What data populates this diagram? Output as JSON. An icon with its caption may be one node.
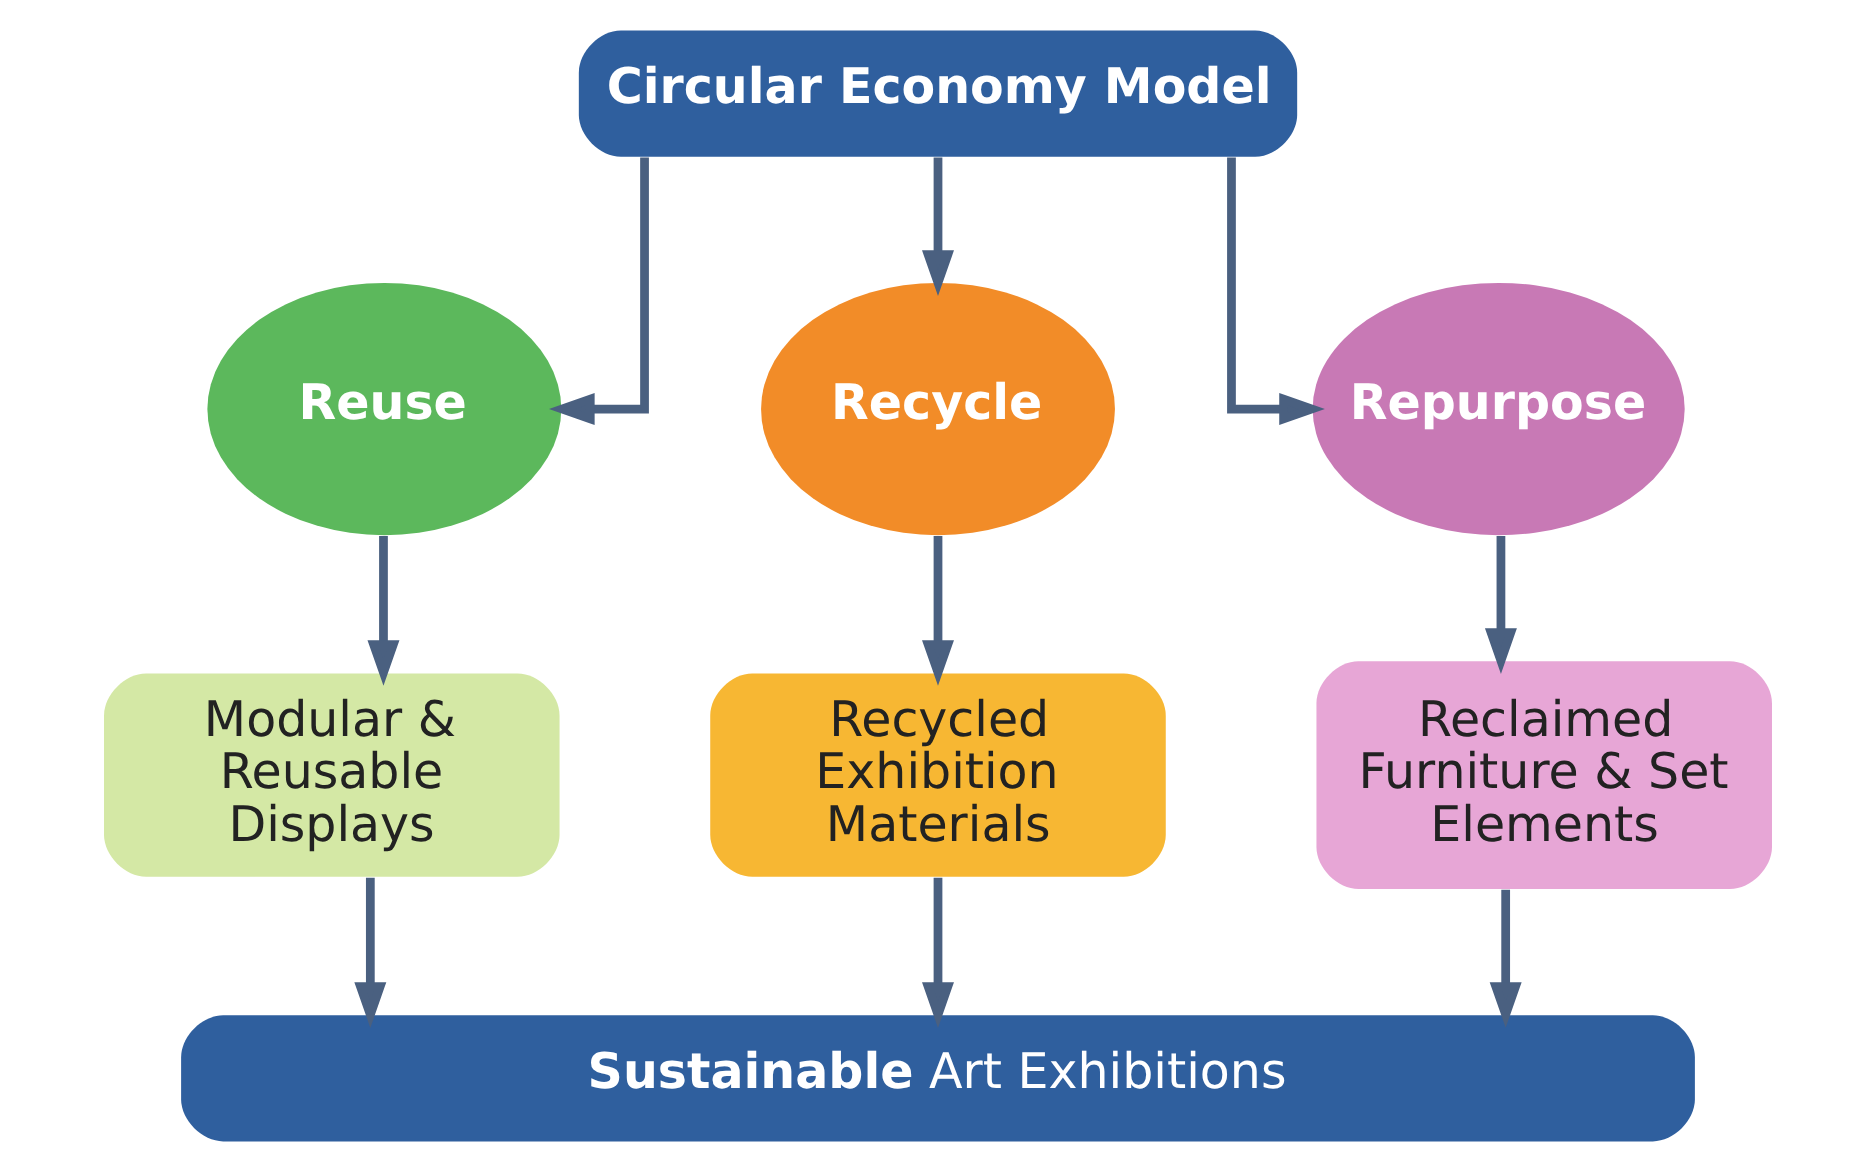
{
  "diagram": {
    "nodes": [
      {
        "text": [
          "Circular Economy Model"
        ]
      },
      {
        "text": [
          "Reuse"
        ]
      },
      {
        "text": [
          "Recycle"
        ]
      },
      {
        "text": [
          "Repurpose"
        ]
      },
      {
        "text": [
          "Modular & Reusable Displays"
        ]
      },
      {
        "text": [
          "Recycled Exhibition Materials"
        ]
      },
      {
        "text": [
          "Reclaimed Furniture & Set Elements"
        ]
      },
      {
        "text": [
          "**Sustainable** Art Exhibitions"
        ]
      }
    ],
    "edges": [
      {
        "from": 0,
        "to": 1,
        "arrow": "to"
      },
      {
        "from": 0,
        "to": 2,
        "arrow": "to"
      },
      {
        "from": 0,
        "to": 3,
        "arrow": "to"
      },
      {
        "from": 1,
        "to": 4,
        "arrow": "to"
      },
      {
        "from": 2,
        "to": 5,
        "arrow": "to"
      },
      {
        "from": 3,
        "to": 6,
        "arrow": "to"
      },
      {
        "from": 4,
        "to": 7,
        "arrow": "to"
      },
      {
        "from": 5,
        "to": 7,
        "arrow": "to"
      },
      {
        "from": 6,
        "to": 7,
        "arrow": "to"
      }
    ]
  }
}
